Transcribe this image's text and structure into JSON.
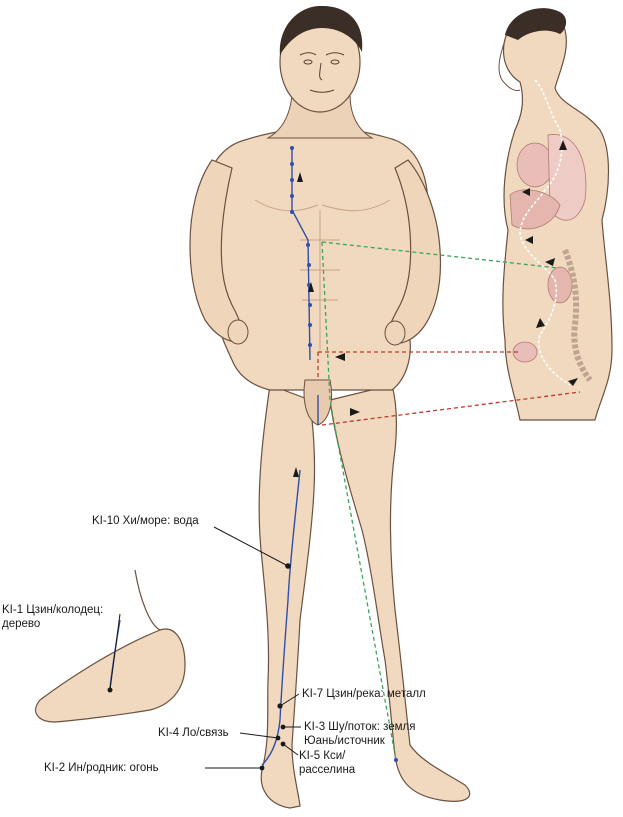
{
  "colors": {
    "skin": "#f0d9bf",
    "skin_shadow": "#d9b89a",
    "outline": "#6b5140",
    "hair": "#3b2e26",
    "meridian": "#2f4fa8",
    "green_path": "#3aa55a",
    "red_path": "#c0392b",
    "organ_pink": "#e8b9b7"
  },
  "labels": {
    "ki10": "KI-10 Хи/море: вода",
    "ki1_line1": "KI-1 Цзин/колодец:",
    "ki1_line2": "дерево",
    "ki7": "KI-7 Цзин/река: металл",
    "ki4": "KI-4 Ло/связь",
    "ki3_line1": "KI-3 Шу/поток: земля",
    "ki3_line2": "Юань/источник",
    "ki2": "KI-2 Ин/родник: огонь",
    "ki5_line1": "KI-5 Кси/",
    "ki5_line2": "расселина"
  }
}
